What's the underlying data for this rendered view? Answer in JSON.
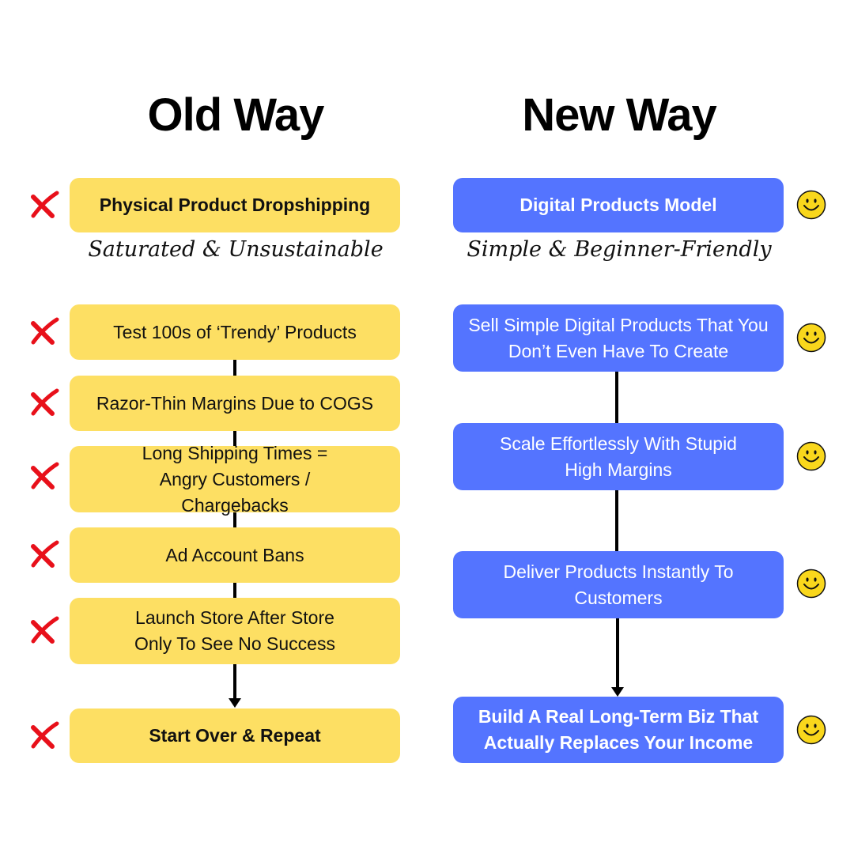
{
  "old": {
    "title": "Old Way",
    "subtitle": "Saturated & Unsustainable",
    "items": [
      "Physical Product Dropshipping",
      "Test 100s of ‘Trendy’ Products",
      "Razor-Thin Margins Due to COGS",
      "Long Shipping Times = Angry Customers / Chargebacks",
      "Ad Account Bans",
      "Launch Store After Store Only To See No Success",
      "Start Over & Repeat"
    ]
  },
  "new": {
    "title": "New Way",
    "subtitle": "Simple & Beginner-Friendly",
    "items": [
      "Digital Products Model",
      "Sell Simple Digital Products That You Don’t Even Have To Create",
      "Scale Effortlessly With Stupid High Margins",
      "Deliver Products Instantly To Customers",
      "Build A Real Long-Term Biz That Actually Replaces Your Income"
    ]
  },
  "colors": {
    "old_box": "#FDDF63",
    "new_box": "#5474FF",
    "x_mark": "#E8101A",
    "smiley": "#F9D71C"
  }
}
